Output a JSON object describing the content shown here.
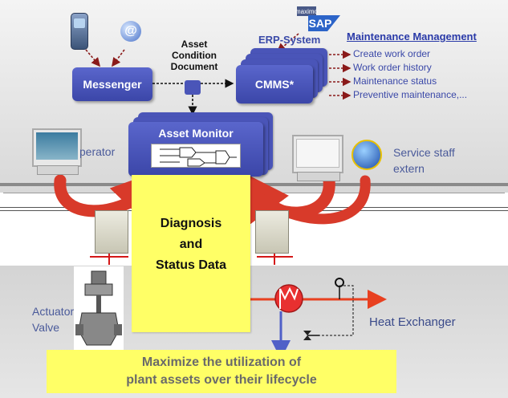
{
  "diagram": {
    "erp_system": "ERP-System",
    "maximo_logo": "maximo",
    "sap_logo": "SAP",
    "maintenance_management": {
      "title": "Maintenance Management",
      "items": [
        "Create work order",
        "Work order history",
        "Maintenance status",
        "Preventive maintenance,..."
      ]
    },
    "asset_condition_document": [
      "Asset",
      "Condition",
      "Document"
    ],
    "messenger": "Messenger",
    "cmms": "CMMS*",
    "asset_monitor": "Asset Monitor",
    "operator": "Operator",
    "service_staff": [
      "Service staff",
      "extern"
    ],
    "diagnosis": [
      "Diagnosis",
      "and",
      "Status Data"
    ],
    "actuator_valve": [
      "Actuator",
      "Valve"
    ],
    "heat_exchanger": "Heat Exchanger",
    "banner": [
      "Maximize the utilization of",
      "plant assets over their lifecycle"
    ],
    "colors": {
      "box_blue": "#4a55b8",
      "highlight_yellow": "#ffff66",
      "arrow_red": "#d83a2a",
      "line_red": "#e84020"
    }
  }
}
